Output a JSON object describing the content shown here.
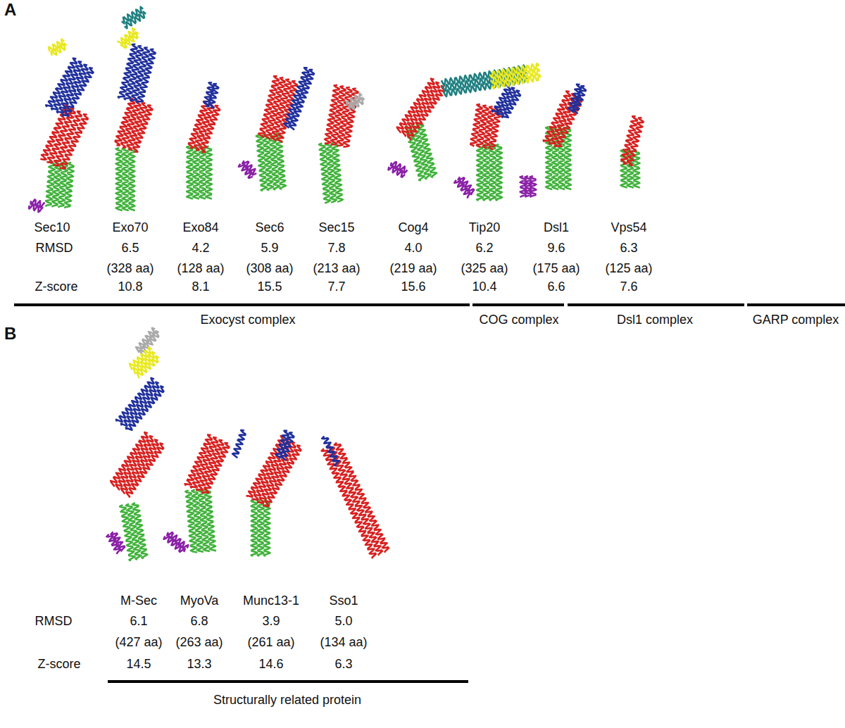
{
  "diagram": {
    "labels": [
      "A",
      "Sec10",
      "Exo70",
      "Exo84",
      "Sec6",
      "Sec15",
      "Cog4",
      "Tip20",
      "Dsl1",
      "Vps54",
      "RMSD",
      "6.5",
      "4.2",
      "5.9",
      "7.8",
      "4.0",
      "6.2",
      "9.6",
      "6.3",
      "(328 aa)",
      "(128 aa)",
      "(308 aa)",
      "(213 aa)",
      "(219 aa)",
      "(325 aa)",
      "(175 aa)",
      "(125 aa)",
      "Z-score",
      "10.8",
      "8.1",
      "15.5",
      "7.7",
      "15.6",
      "10.4",
      "6.6",
      "7.6",
      "Exocyst complex",
      "COG complex",
      "Dsl1 complex",
      "GARP complex",
      "B",
      "M-Sec",
      "MyoVa",
      "Munc13-1",
      "Sso1",
      "RMSD",
      "6.1",
      "6.8",
      "3.9",
      "5.0",
      "(427 aa)",
      "(263 aa)",
      "(261 aa)",
      "(134 aa)",
      "Z-score",
      "14.5",
      "13.3",
      "14.6",
      "6.3",
      "Structurally related protein"
    ]
  }
}
